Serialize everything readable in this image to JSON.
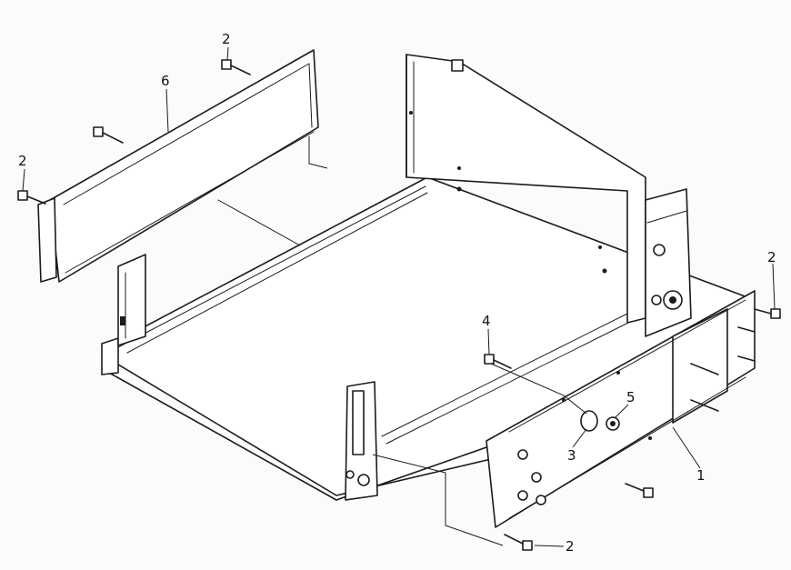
{
  "callouts": [
    {
      "id": "c-2-top",
      "label": "2"
    },
    {
      "id": "c-6",
      "label": "6"
    },
    {
      "id": "c-2-left",
      "label": "2"
    },
    {
      "id": "c-2-right",
      "label": "2"
    },
    {
      "id": "c-4",
      "label": "4"
    },
    {
      "id": "c-5",
      "label": "5"
    },
    {
      "id": "c-3",
      "label": "3"
    },
    {
      "id": "c-1",
      "label": "1"
    },
    {
      "id": "c-2-bottom",
      "label": "2"
    }
  ]
}
